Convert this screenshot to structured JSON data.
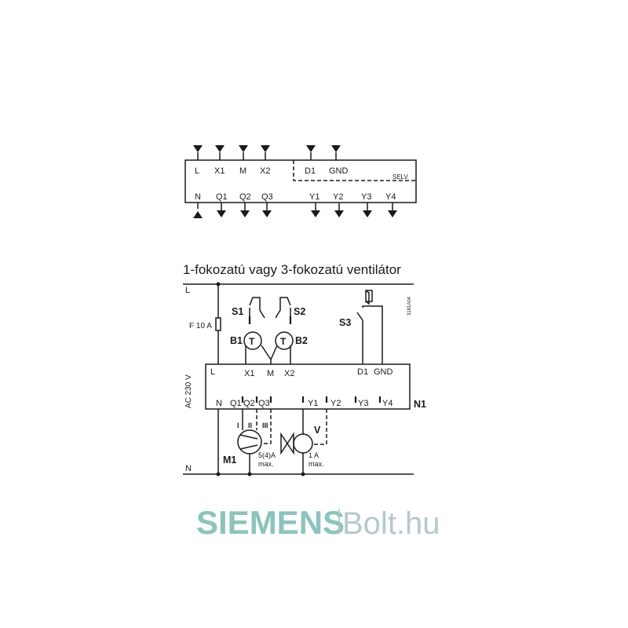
{
  "terminal_block": {
    "top_terminals": [
      "L",
      "X1",
      "M",
      "X2",
      "D1",
      "GND"
    ],
    "bottom_terminals": [
      "N",
      "Q1",
      "Q2",
      "Q3",
      "Y1",
      "Y2",
      "Y3",
      "Y4"
    ],
    "selv_label": "SELV"
  },
  "schematic": {
    "title": "1-fokozatú vagy 3-fokozatú ventilátor",
    "line_l": "L",
    "line_n": "N",
    "fuse_label": "F 10 A",
    "supply_label": "AC 230 V",
    "drawing_number": "3181A04",
    "device_label": "N1",
    "device_top_terminals": [
      "L",
      "X1",
      "M",
      "X2",
      "D1",
      "GND"
    ],
    "device_bottom_terminals": [
      "N",
      "Q1",
      "Q2",
      "Q3",
      "Y1",
      "Y2",
      "Y3",
      "Y4"
    ],
    "switches": {
      "s1": "S1",
      "s2": "S2",
      "s3": "S3"
    },
    "sensors": {
      "b1": "B1",
      "b2": "B2",
      "symbol": "T"
    },
    "pump": {
      "label": "M1",
      "rating_1": "5(4)A",
      "rating_2": "max.",
      "stages": [
        "I",
        "II",
        "III"
      ]
    },
    "valve": {
      "label": "V",
      "rating_1": "1 A",
      "rating_2": "max."
    }
  },
  "watermark": {
    "brand": "SIEMENS",
    "suffix": "Bolt.hu",
    "color": "#5aa8a0"
  }
}
